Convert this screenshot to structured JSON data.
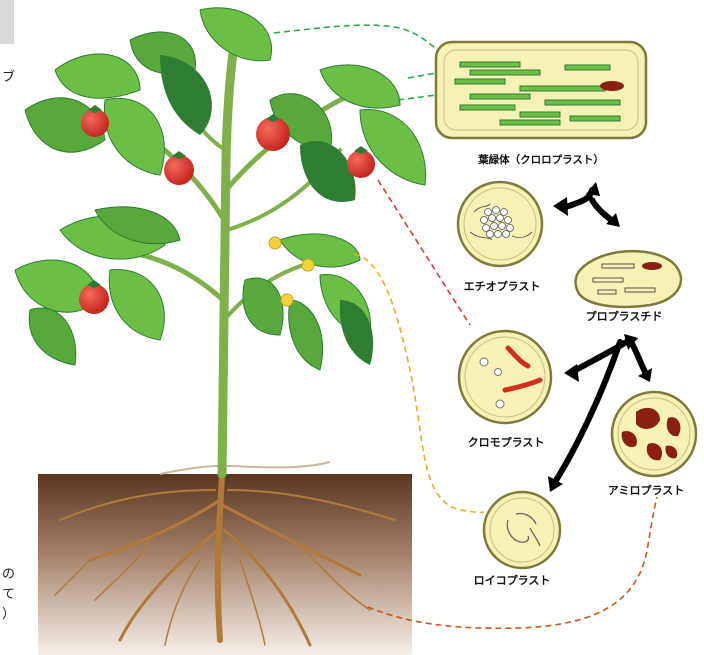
{
  "labels": {
    "chloroplast": "葉緑体（クロロプラスト）",
    "etioplast": "エチオプラスト",
    "proplastid": "プロプラスチド",
    "chromoplast": "クロモプラスト",
    "amyloplast": "アミロプラスト",
    "leucoplast": "ロイコプラスト"
  },
  "edge_text": {
    "top_glyph": "ブ",
    "bottom_glyphs": "の\nて\n）"
  },
  "colors": {
    "cell_fill": "#f6f1b5",
    "cell_border": "#7e7a3a",
    "leaf_dark": "#2f7d32",
    "leaf_light": "#6cbf45",
    "tomato": "#d8302b",
    "stem": "#7fb04a",
    "soil_top": "#5a3520",
    "soil_bottom": "#f3ece6",
    "root": "#b07a3a",
    "green_dash": "#2aa84a",
    "red_dash": "#d83a3a",
    "yellow_dash": "#e8b020",
    "orange_dash": "#c85a20",
    "amyloplast_grain": "#8a1f12",
    "chromoplast_crystal": "#d42d1a"
  }
}
